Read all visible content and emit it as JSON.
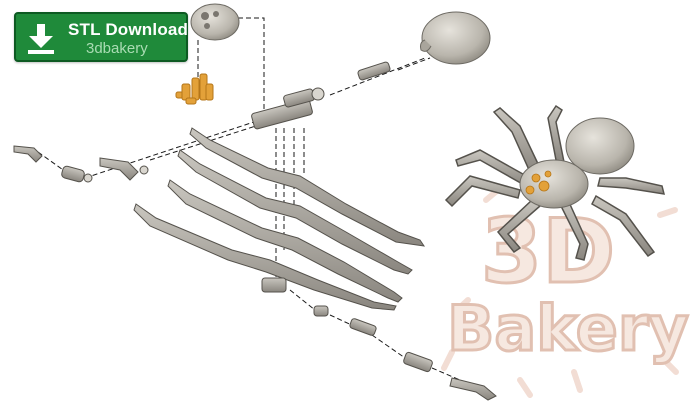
{
  "download_badge": {
    "title": "STL Download",
    "subtitle": "3dbakery",
    "icon": "download-arrow-icon",
    "color": "#1f8a3a"
  },
  "watermark": {
    "line1": "3D",
    "line2": "Bakery",
    "color": "#d9a48a"
  }
}
